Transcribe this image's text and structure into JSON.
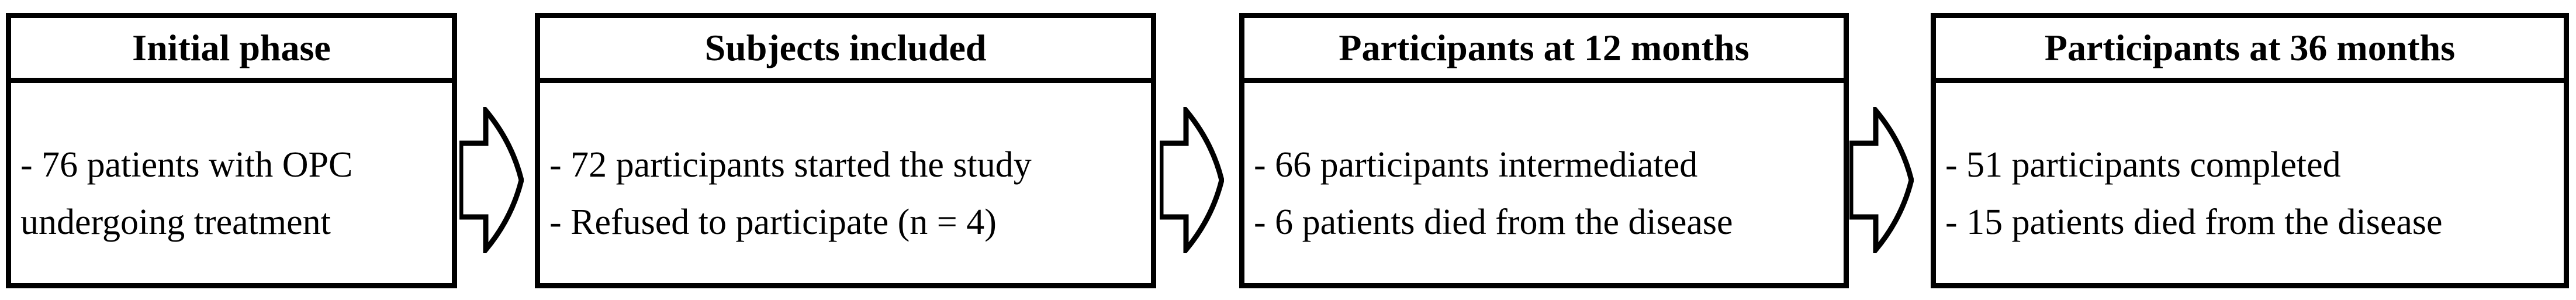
{
  "figure": {
    "type": "study-flow-diagram",
    "colors": {
      "border": "#000000",
      "background": "#ffffff",
      "text": "#000000"
    },
    "boxes": [
      {
        "title": "Initial phase",
        "items": [
          "- 76 patients with OPC undergoing treatment"
        ]
      },
      {
        "title": "Subjects included",
        "items": [
          "- 72 participants started the study",
          "- Refused to participate (n = 4)"
        ]
      },
      {
        "title": "Participants at 12 months",
        "items": [
          "- 66 participants intermediated",
          "- 6 patients died from the disease"
        ]
      },
      {
        "title": "Participants at 36 months",
        "items": [
          "- 51 participants completed",
          "- 15 patients died from the disease"
        ]
      }
    ],
    "arrows": [
      {
        "name": "arrow-initial-to-included"
      },
      {
        "name": "arrow-included-to-12-months"
      },
      {
        "name": "arrow-12-months-to-36-months"
      }
    ]
  }
}
